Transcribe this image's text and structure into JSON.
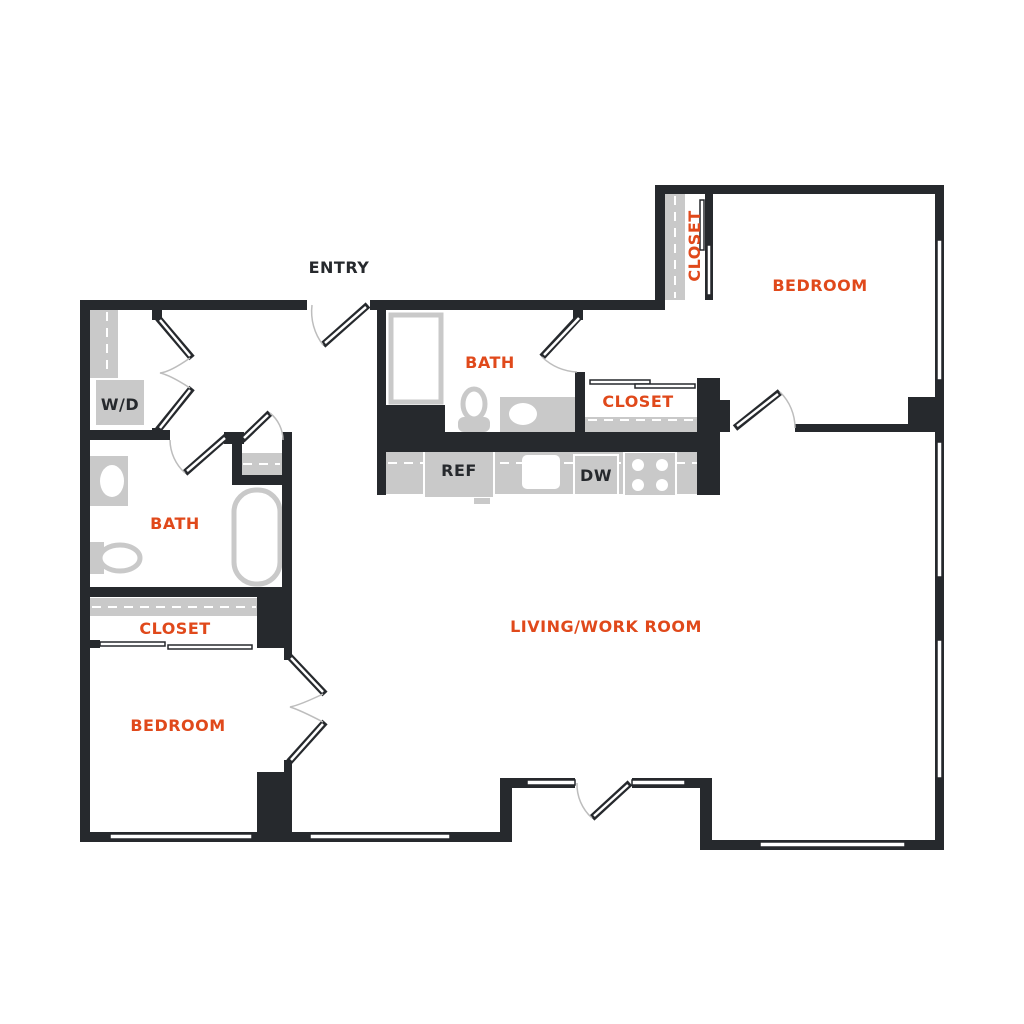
{
  "colors": {
    "wall": "#26292d",
    "label": "#e0491b",
    "fixture": "#c9c9c9"
  },
  "rooms": {
    "entry": "ENTRY",
    "bath_main": "BATH",
    "closet_hall": "CLOSET",
    "closet_top": "CLOSET",
    "bedroom_right": "BEDROOM",
    "washer_dryer": "W/D",
    "bath_left": "BATH",
    "closet_left": "CLOSET",
    "bedroom_left": "BEDROOM",
    "living": "LIVING/WORK ROOM"
  },
  "appliances": {
    "refrigerator": "REF",
    "dishwasher": "DW"
  }
}
